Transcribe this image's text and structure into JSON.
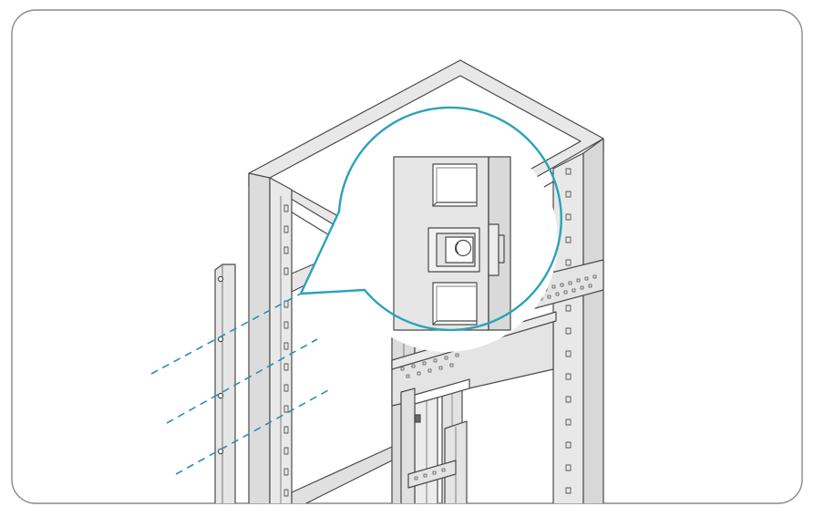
{
  "figure": {
    "description_visible_text": "",
    "colors": {
      "frame_border": "#8a8a8a",
      "rack_fill": "#e6e6e6",
      "rack_stroke": "#4a4a4a",
      "callout_stroke": "#2aa3b8",
      "guide_lines": "#2a8fb8",
      "background": "#ffffff"
    },
    "parts": {
      "rack": "server-rack-frame",
      "rail": "mounting-rail",
      "callout": "cage-nut-detail-callout",
      "guides": "alignment-guide-lines"
    }
  }
}
